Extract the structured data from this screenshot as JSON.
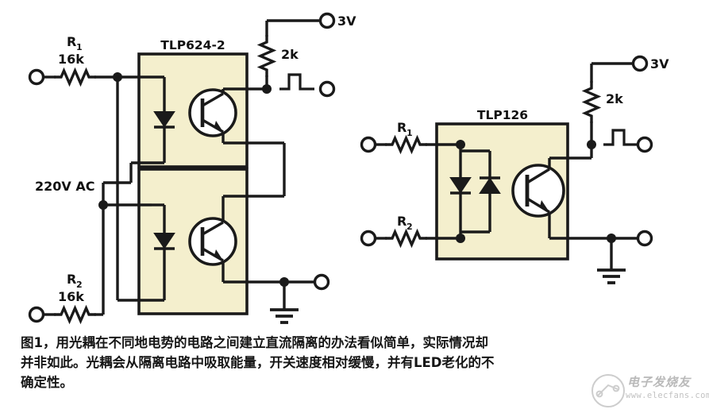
{
  "figure": {
    "title_prefix": "图1",
    "caption_lines": [
      "图1，用光耦在不同地电势的电路之间建立直流隔离的办法看似简单，实际情况却",
      "并非如此。光耦会从隔离电路中吸取能量，开关速度相对缓慢，并有LED老化的不",
      "确定性。"
    ]
  },
  "watermark": {
    "brand": "电子发烧友",
    "url": "www.elecfans.com"
  },
  "colors": {
    "wire": "#1a1a1a",
    "package_fill": "#f4efcd",
    "package_stroke": "#1a1a1a",
    "background": "#ffffff",
    "watermark": "#c0c0c0"
  },
  "circuit_left": {
    "part_number": "TLP624-2",
    "description": "dual-channel optocoupler",
    "labels": {
      "r1_name": "R",
      "r1_sub": "1",
      "r1_value": "16k",
      "r2_name": "R",
      "r2_sub": "2",
      "r2_value": "16k",
      "ac_source": "220V AC",
      "pullup_value": "2k",
      "supply": "3V"
    },
    "components": [
      {
        "ref": "R1",
        "value": "16k",
        "type": "resistor"
      },
      {
        "ref": "R2",
        "value": "16k",
        "type": "resistor"
      },
      {
        "ref": "RL",
        "value": "2k",
        "type": "resistor"
      },
      {
        "ref": "U1",
        "value": "TLP624-2",
        "type": "optocoupler-dual"
      }
    ],
    "terminals": [
      {
        "name": "r1-input-terminal",
        "kind": "open-circle"
      },
      {
        "name": "r2-input-terminal",
        "kind": "open-circle"
      },
      {
        "name": "supply-3v-terminal",
        "kind": "open-circle"
      },
      {
        "name": "output-terminal",
        "kind": "open-circle"
      },
      {
        "name": "ground-return-terminal",
        "kind": "open-circle"
      }
    ]
  },
  "circuit_right": {
    "part_number": "TLP126",
    "description": "single-channel optocoupler with anti-parallel LEDs",
    "labels": {
      "r1_name": "R",
      "r1_sub": "1",
      "r2_name": "R",
      "r2_sub": "2",
      "pullup_value": "2k",
      "supply": "3V"
    },
    "components": [
      {
        "ref": "R1",
        "value": "",
        "type": "resistor"
      },
      {
        "ref": "R2",
        "value": "",
        "type": "resistor"
      },
      {
        "ref": "RL",
        "value": "2k",
        "type": "resistor"
      },
      {
        "ref": "U2",
        "value": "TLP126",
        "type": "optocoupler"
      }
    ],
    "terminals": [
      {
        "name": "r1-input-terminal",
        "kind": "open-circle"
      },
      {
        "name": "r2-input-terminal",
        "kind": "open-circle"
      },
      {
        "name": "supply-3v-terminal",
        "kind": "open-circle"
      },
      {
        "name": "output-terminal",
        "kind": "open-circle"
      },
      {
        "name": "ground-terminal",
        "kind": "open-circle"
      }
    ]
  },
  "symbols": {
    "led": "led-diode-symbol",
    "phototransistor": "npn-phototransistor-symbol",
    "resistor": "zigzag-resistor-symbol",
    "ground": "earth-ground-symbol",
    "pulse": "square-pulse-waveform-symbol",
    "junction": "wire-junction-dot"
  }
}
